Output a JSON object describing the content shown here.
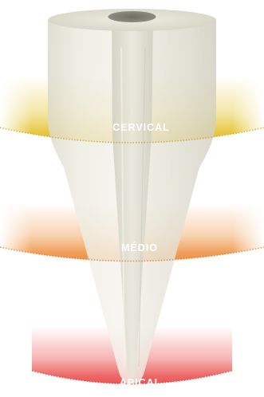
{
  "diagram": {
    "zones": [
      {
        "id": "cervical",
        "label": "CERVICAL",
        "color": "#e8c93a"
      },
      {
        "id": "medio",
        "label": "MÉDIO",
        "color": "#f0a056"
      },
      {
        "id": "apical",
        "label": "APICAL",
        "color": "#ef6a6a"
      }
    ]
  }
}
